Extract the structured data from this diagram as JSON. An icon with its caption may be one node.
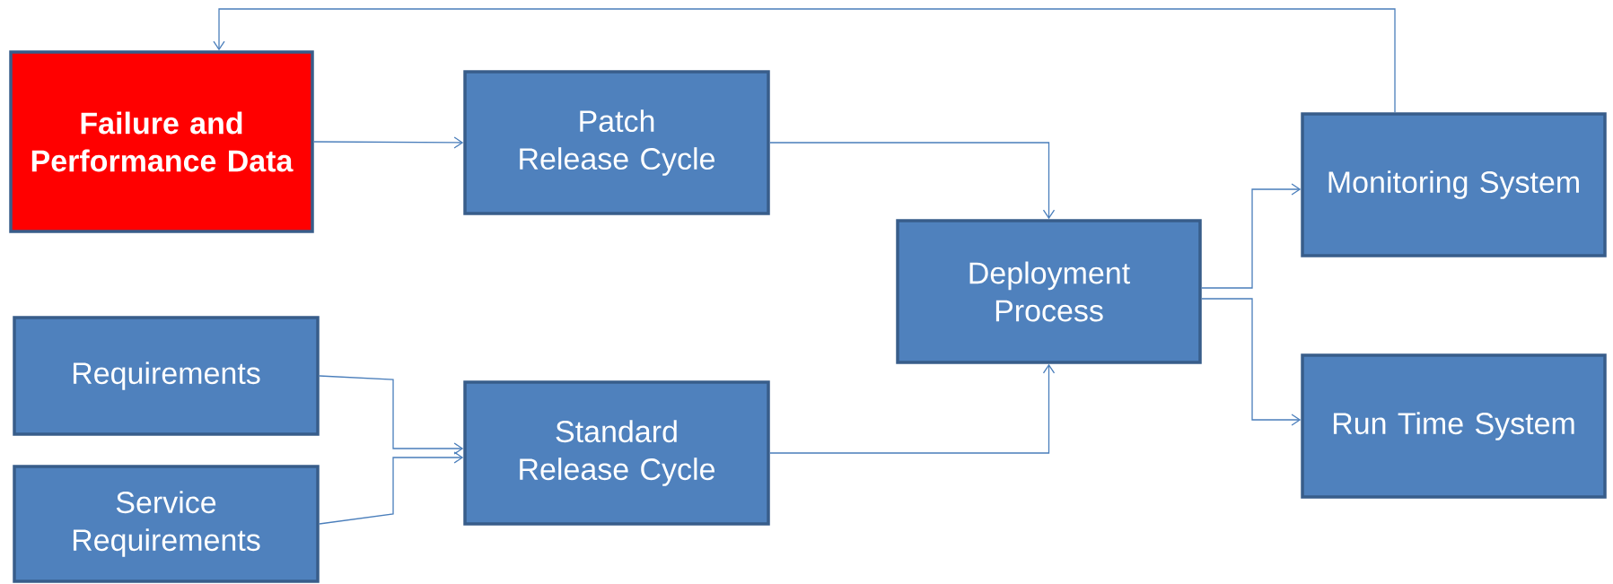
{
  "diagram": {
    "nodes": [
      {
        "text": [
          "Failure and Performance Data"
        ]
      },
      {
        "text": [
          "Patch Release Cycle"
        ]
      },
      {
        "text": [
          "Deployment Process"
        ]
      },
      {
        "text": [
          "Monitoring System"
        ]
      },
      {
        "text": [
          "Requirements"
        ]
      },
      {
        "text": [
          "Service Requirements"
        ]
      },
      {
        "text": [
          "Standard Release Cycle"
        ]
      },
      {
        "text": [
          "Run Time System"
        ]
      }
    ],
    "edges": [
      {
        "from": 0,
        "to": 1,
        "arrow": "to"
      },
      {
        "from": 1,
        "to": 2,
        "arrow": "to"
      },
      {
        "from": 4,
        "to": 6,
        "arrow": "to"
      },
      {
        "from": 5,
        "to": 6,
        "arrow": "to"
      },
      {
        "from": 6,
        "to": 2,
        "arrow": "to"
      },
      {
        "from": 2,
        "to": 3,
        "arrow": "to"
      },
      {
        "from": 2,
        "to": 7,
        "arrow": "to"
      },
      {
        "from": 3,
        "to": 0,
        "arrow": "to"
      }
    ]
  }
}
